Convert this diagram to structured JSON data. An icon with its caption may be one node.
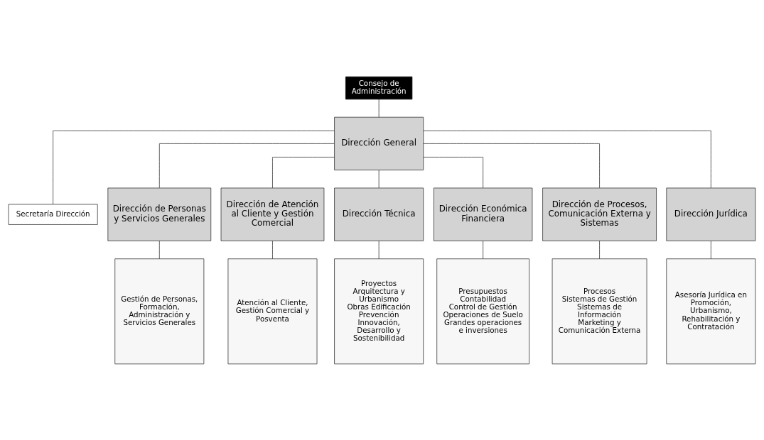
{
  "diagram": {
    "nodes": [
      {
        "text": [
          "Consejo de Administración"
        ]
      },
      {
        "text": [
          "Dirección General"
        ]
      },
      {
        "text": [
          "Secretaría Dirección"
        ]
      },
      {
        "text": [
          "Dirección de Personas y Servicios Generales"
        ]
      },
      {
        "text": [
          "Dirección de Atención al Cliente y Gestión Comercial"
        ]
      },
      {
        "text": [
          "Dirección Técnica"
        ]
      },
      {
        "text": [
          "Dirección Económica Financiera"
        ]
      },
      {
        "text": [
          "Dirección de Procesos, Comunicación Externa y Sistemas"
        ]
      },
      {
        "text": [
          "Dirección Jurídica"
        ]
      },
      {
        "text": [
          "Gestión de Personas, Formación, Administración y Servicios Generales"
        ]
      },
      {
        "text": [
          "Atención al Cliente, Gestión Comercial y Posventa"
        ]
      },
      {
        "text": [
          "Proyectos Arquitectura y Urbanismo",
          "Obras Edificación",
          "Prevención",
          "Innovación, Desarrollo y Sostenibilidad"
        ]
      },
      {
        "text": [
          "Presupuestos",
          "Contabilidad",
          "Control de Gestión",
          "Operaciones de Suelo",
          "Grandes operaciones e inversiones"
        ]
      },
      {
        "text": [
          "Procesos",
          "Sistemas de Gestión",
          "Sistemas de Información",
          "Marketing y Comunicación Externa"
        ]
      },
      {
        "text": [
          "Asesoría Jurídica en Promoción, Urbanismo, Rehabilitación y Contratación"
        ]
      }
    ],
    "edges": [
      {
        "from": 0,
        "to": 1,
        "arrow": "none"
      },
      {
        "from": 1,
        "to": 2,
        "arrow": "none"
      },
      {
        "from": 1,
        "to": 3,
        "arrow": "none"
      },
      {
        "from": 1,
        "to": 4,
        "arrow": "none"
      },
      {
        "from": 1,
        "to": 5,
        "arrow": "none"
      },
      {
        "from": 1,
        "to": 6,
        "arrow": "none"
      },
      {
        "from": 1,
        "to": 7,
        "arrow": "none"
      },
      {
        "from": 1,
        "to": 8,
        "arrow": "none"
      },
      {
        "from": 3,
        "to": 9,
        "arrow": "none"
      },
      {
        "from": 4,
        "to": 10,
        "arrow": "none"
      },
      {
        "from": 5,
        "to": 11,
        "arrow": "none"
      },
      {
        "from": 6,
        "to": 12,
        "arrow": "none"
      },
      {
        "from": 7,
        "to": 13,
        "arrow": "none"
      },
      {
        "from": 8,
        "to": 14,
        "arrow": "none"
      }
    ]
  }
}
